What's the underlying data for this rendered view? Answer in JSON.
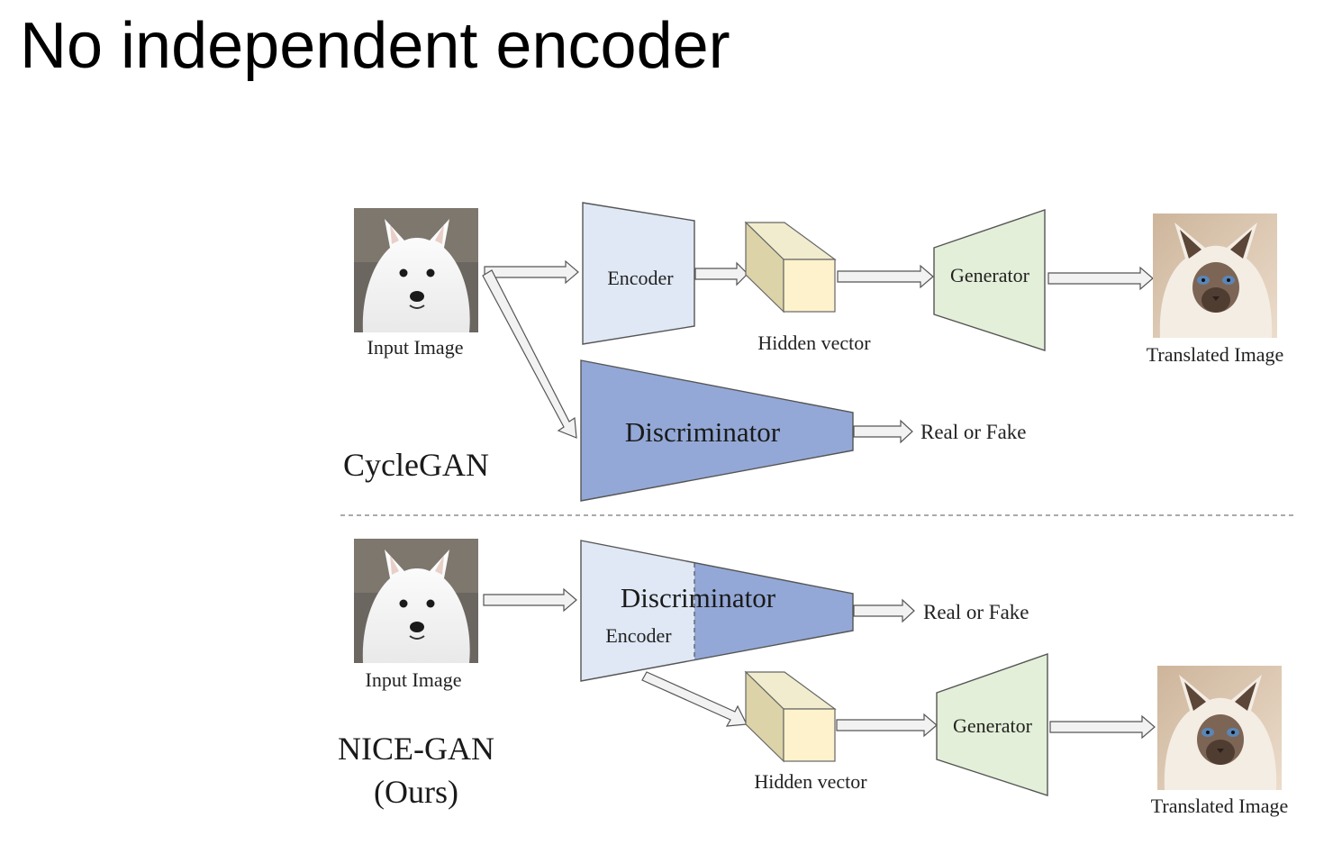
{
  "slide": {
    "title": "No independent encoder"
  },
  "colors": {
    "encoder_fill": "#dfe8f4",
    "discriminator_fill": "#93a8d6",
    "generator_fill": "#e3efd8",
    "cube_front": "#fdf2cc",
    "cube_side": "#dcd3a8",
    "cube_top": "#f1ecce",
    "arrow_fill": "#f2f2f2",
    "stroke": "#555555"
  },
  "cyclegan": {
    "method_label": "CycleGAN",
    "input_label": "Input Image",
    "input_image": "samoyed-dog-photo",
    "encoder_label": "Encoder",
    "hidden_label": "Hidden vector",
    "generator_label": "Generator",
    "output_label": "Translated Image",
    "output_image": "ragdoll-cat-photo",
    "discriminator_label": "Discriminator",
    "result_label": "Real or Fake"
  },
  "nicegan": {
    "method_label": "NICE-GAN",
    "method_sublabel": "(Ours)",
    "input_label": "Input Image",
    "input_image": "samoyed-dog-photo",
    "discriminator_label": "Discriminator",
    "encoder_label": "Encoder",
    "result_label": "Real or Fake",
    "hidden_label": "Hidden vector",
    "generator_label": "Generator",
    "output_label": "Translated Image",
    "output_image": "ragdoll-cat-photo"
  }
}
